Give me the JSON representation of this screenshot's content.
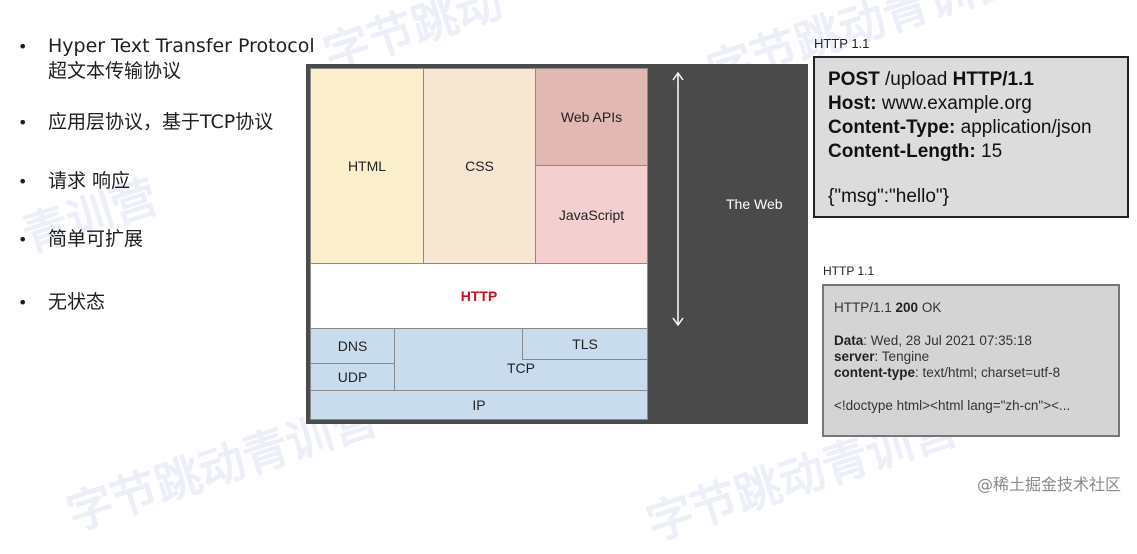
{
  "bullets": [
    {
      "line1": "Hyper Text Transfer Protocol",
      "line2": "超文本传输协议"
    },
    {
      "line1": "应用层协议，基于TCP协议"
    },
    {
      "line1": "请求 响应"
    },
    {
      "line1": "简单可扩展"
    },
    {
      "line1": "无状态"
    }
  ],
  "stack": {
    "html": "HTML",
    "css": "CSS",
    "webapis": "Web APIs",
    "javascript": "JavaScript",
    "http": "HTTP",
    "dns": "DNS",
    "udp": "UDP",
    "tls": "TLS",
    "tcp": "TCP",
    "ip": "IP",
    "web": "The Web"
  },
  "colors": {
    "html": "#fcefcc",
    "css": "#f6e6d2",
    "webapis": "#e2b8b2",
    "javascript": "#f3d0cf",
    "http_text": "#d0101a",
    "network": "#c9dcee",
    "dark": "#4a4a4b"
  },
  "request": {
    "title": "HTTP 1.1",
    "method": "POST",
    "path": "/upload",
    "version": "HTTP/1.1",
    "host_key": "Host:",
    "host_val": "www.example.org",
    "ctype_key": "Content-Type:",
    "ctype_val": "application/json",
    "clen_key": "Content-Length:",
    "clen_val": "15",
    "body": "{\"msg\":\"hello\"}"
  },
  "response": {
    "title": "HTTP 1.1",
    "status_pre": "HTTP/1.1",
    "status_code": "200",
    "status_text": "OK",
    "date_key": "Data",
    "date_val": ": Wed, 28 Jul 2021 07:35:18",
    "server_key": "server",
    "server_val": ": Tengine",
    "ctype_key": "content-type",
    "ctype_val": ": text/html; charset=utf-8",
    "body": "<!doctype html><html lang=\"zh-cn\"><..."
  },
  "credit": "@稀土掘金技术社区"
}
